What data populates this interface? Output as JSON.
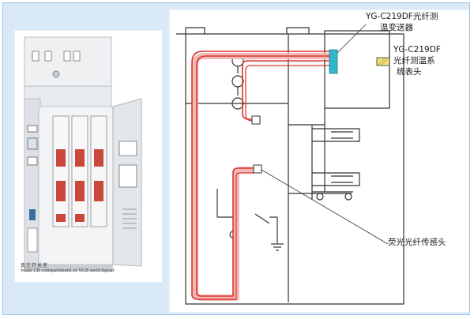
{
  "photo": {
    "caption_zh": "真空开关室",
    "caption_en": "Main CB compartment of VCB switchgear"
  },
  "diagram": {
    "transmitter_label_line1": "YG-C219DF光纤测",
    "transmitter_label_line2": "温变送器",
    "meter_label_line1": "YG-C219DF",
    "meter_label_line2": "光纤测温系",
    "meter_label_line3": "统表头",
    "sensor_label": "荧光光纤传感头"
  },
  "colors": {
    "background": "#d9e9f7",
    "fiber_red": "#d9342b",
    "fiber_pink": "#f2b8b8",
    "transmitter_cyan": "#2fb8c9",
    "meter_yellow": "#f2e27a",
    "line": "#333333"
  }
}
